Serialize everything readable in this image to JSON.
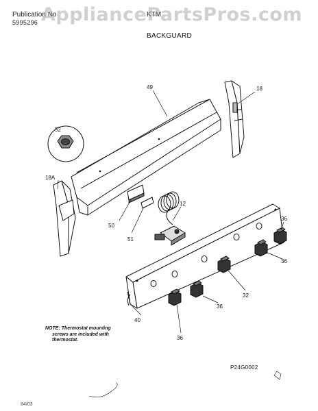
{
  "header": {
    "publication_label": "Publication No",
    "publication_number": "5995296",
    "model": "KTM",
    "section_title": "BACKGUARD"
  },
  "watermark": "AppliancePartsPros.com",
  "callouts": {
    "c49": "49",
    "c18": "18",
    "c52": "52",
    "c18a": "18A",
    "c12": "12",
    "c50": "50",
    "c51": "51",
    "c36a": "36",
    "c36b": "36",
    "c32": "32",
    "c40": "40",
    "c36c": "36",
    "c36d": "36"
  },
  "note": {
    "line1": "NOTE: Thermostat mounting",
    "line2": "screws are included with",
    "line3": "thermostat."
  },
  "figure_code": "P24G0002",
  "footer": "84/03",
  "colors": {
    "ink": "#111111",
    "watermark": "#969696"
  }
}
